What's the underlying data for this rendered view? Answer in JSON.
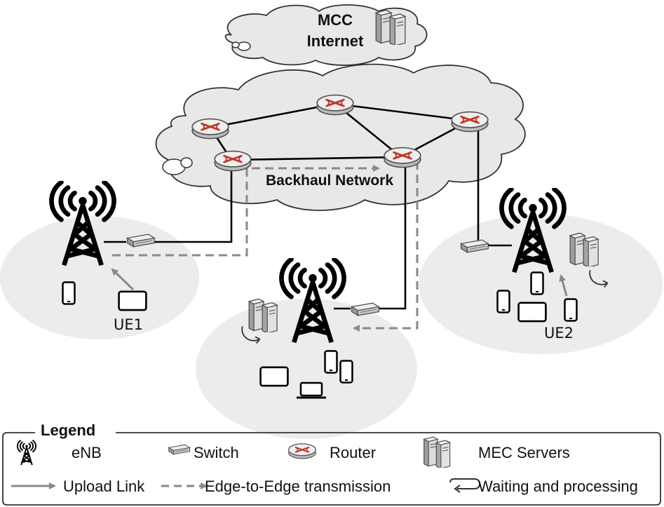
{
  "diagram": {
    "mcc_line1": "MCC",
    "mcc_line2": "Internet",
    "backhaul_label": "Backhaul Network",
    "ue1_label": "UE1",
    "ue2_label": "UE2"
  },
  "legend": {
    "title": "Legend",
    "items": [
      {
        "label": "eNB",
        "icon": "tower-icon"
      },
      {
        "label": "Switch",
        "icon": "switch-icon"
      },
      {
        "label": "Router",
        "icon": "router-icon"
      },
      {
        "label": "MEC Servers",
        "icon": "server-icon"
      },
      {
        "label": "Upload Link",
        "icon": "solid-arrow-icon"
      },
      {
        "label": "Edge-to-Edge transmission",
        "icon": "dashed-arrow-icon"
      },
      {
        "label": "Waiting and processing",
        "icon": "loop-arrow-icon"
      }
    ]
  },
  "colors": {
    "cloud": "#e8e8e8",
    "cell": "#ececec",
    "link": "#000000",
    "arrow": "#8a8a8a",
    "router_mark": "#c0392b"
  }
}
